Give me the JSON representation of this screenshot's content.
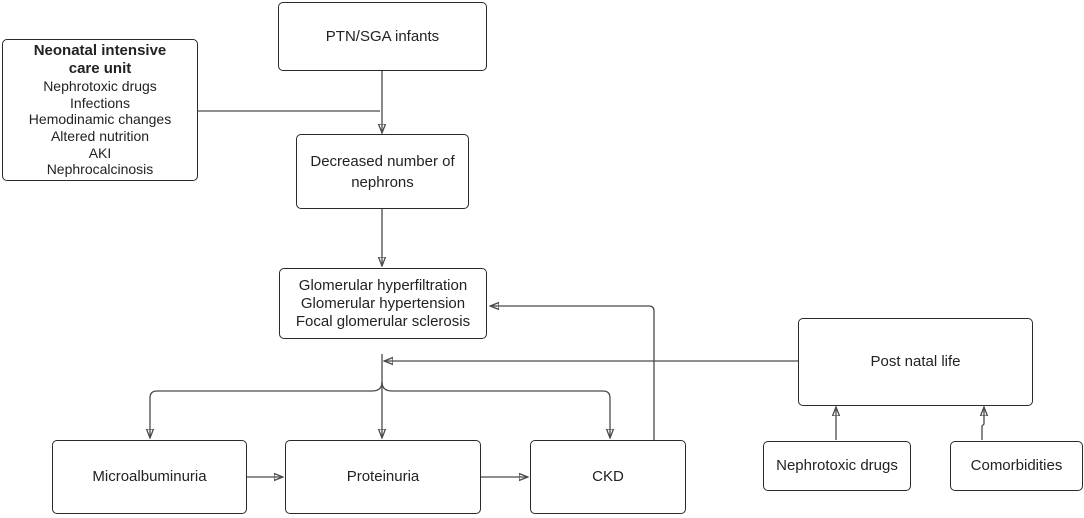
{
  "nodes": {
    "ptn_sga": "PTN/SGA infants",
    "nicu": {
      "title": "Neonatal intensive care unit",
      "items": [
        "Nephrotoxic drugs",
        "Infections",
        "Hemodinamic changes",
        "Altered nutrition",
        "AKI",
        "Nephrocalcinosis"
      ]
    },
    "nephrons": "Decreased number of nephrons",
    "glomerular": [
      "Glomerular hyperfiltration",
      "Glomerular hypertension",
      "Focal glomerular sclerosis"
    ],
    "post_natal": "Post natal life",
    "microalbuminuria": "Microalbuminuria",
    "proteinuria": "Proteinuria",
    "ckd": "CKD",
    "nephrotoxic_drugs": "Nephrotoxic drugs",
    "comorbidities": "Comorbidities"
  },
  "colors": {
    "line": "#4a4a4a",
    "border": "#2a2a2a",
    "text": "#222222"
  }
}
